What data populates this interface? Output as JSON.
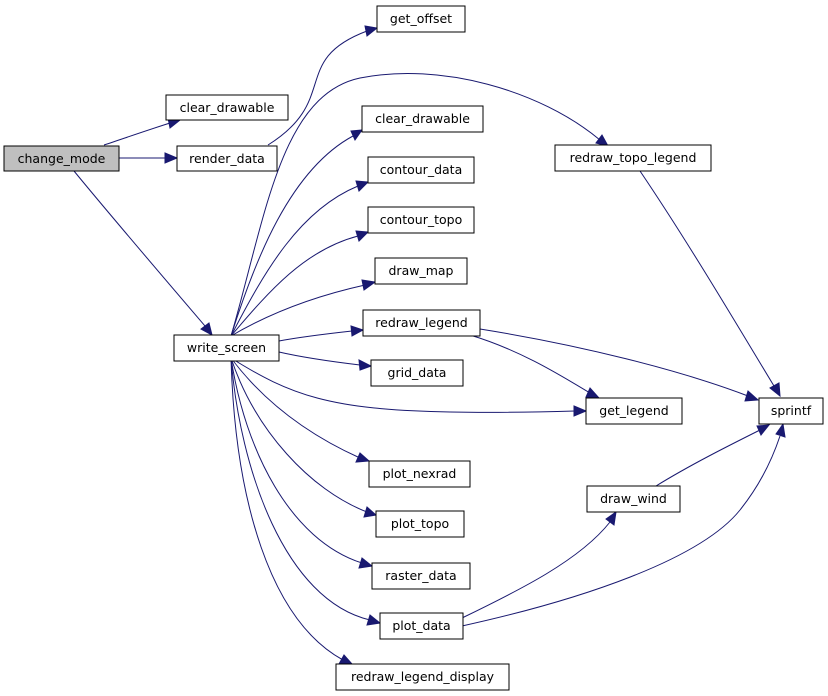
{
  "nodes": {
    "change_mode": "change_mode",
    "clear_drawable_1": "clear_drawable",
    "render_data": "render_data",
    "get_offset": "get_offset",
    "write_screen": "write_screen",
    "clear_drawable_2": "clear_drawable",
    "contour_data": "contour_data",
    "contour_topo": "contour_topo",
    "draw_map": "draw_map",
    "redraw_legend": "redraw_legend",
    "grid_data": "grid_data",
    "get_legend": "get_legend",
    "plot_nexrad": "plot_nexrad",
    "plot_topo": "plot_topo",
    "raster_data": "raster_data",
    "plot_data": "plot_data",
    "redraw_legend_display": "redraw_legend_display",
    "redraw_topo_legend": "redraw_topo_legend",
    "sprintf": "sprintf",
    "draw_wind": "draw_wind"
  },
  "colors": {
    "edge": "#191970",
    "root_fill": "#bfbfbf"
  }
}
